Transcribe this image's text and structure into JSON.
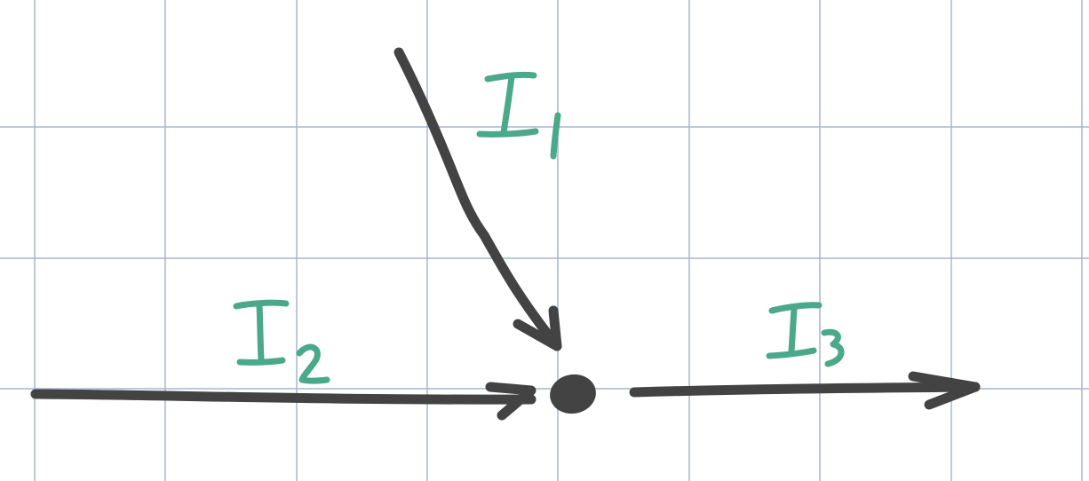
{
  "diagram": {
    "type": "circuit-node-kirchhoff-current",
    "labels": [
      {
        "id": "i1",
        "text": "I1",
        "direction": "into-node"
      },
      {
        "id": "i2",
        "text": "I2",
        "direction": "into-node"
      },
      {
        "id": "i3",
        "text": "I3",
        "direction": "out-of-node"
      }
    ],
    "colors": {
      "background": "#ffffff",
      "grid": "#a9b6cf",
      "wire": "#434343",
      "label": "#4aa98a"
    }
  }
}
